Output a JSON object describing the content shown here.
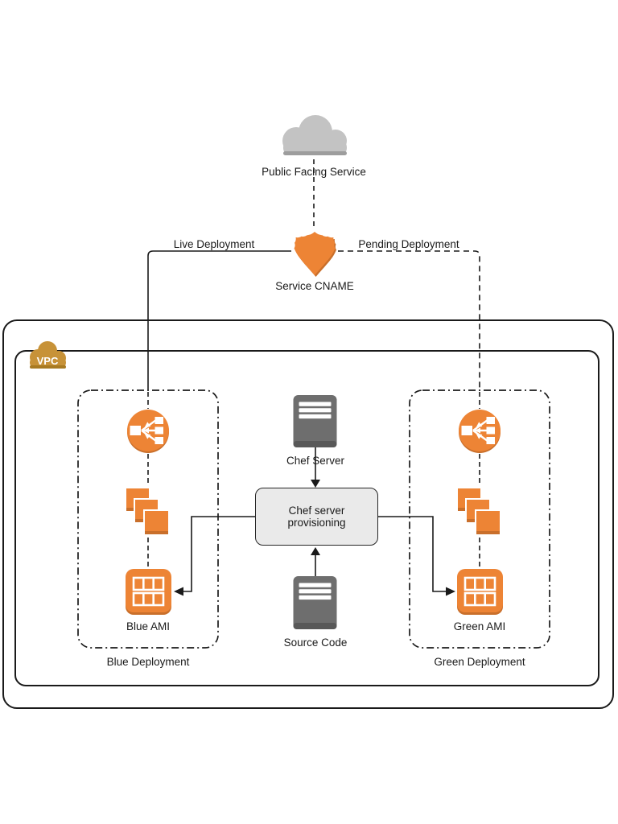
{
  "labels": {
    "public_facing_service": "Public Facing Service",
    "live_deployment": "Live Deployment",
    "pending_deployment": "Pending Deployment",
    "service_cname": "Service CNAME",
    "vpc": "VPC",
    "chef_server": "Chef Server",
    "chef_provisioning_line1": "Chef server",
    "chef_provisioning_line2": "provisioning",
    "source_code": "Source Code",
    "blue_ami": "Blue AMI",
    "green_ami": "Green AMI",
    "blue_deployment": "Blue Deployment",
    "green_deployment": "Green Deployment"
  },
  "colors": {
    "accent_orange": "#ED8435",
    "orange_shadow": "#C96F2B",
    "server_gray": "#6E6E6E",
    "server_gray_dark": "#585858",
    "cloud_gray": "#C3C3C3",
    "cloud_gray_dark": "#9D9D9D",
    "vpc_gold": "#C79238",
    "vpc_gold_dark": "#A87A22",
    "process_box_fill": "#EAEAEA",
    "line_black": "#1a1a1a",
    "white": "#ffffff"
  }
}
